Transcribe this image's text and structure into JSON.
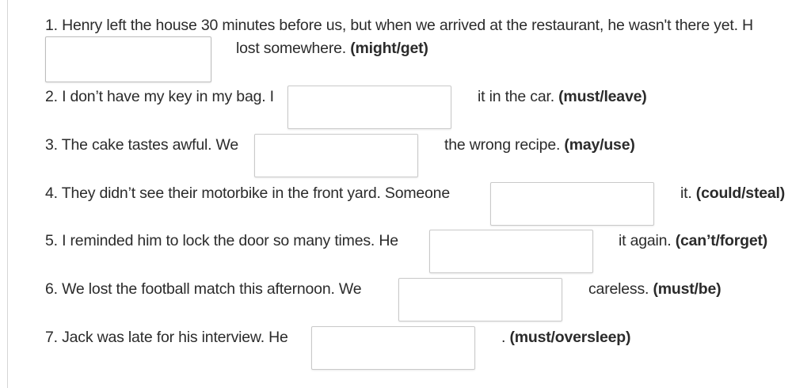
{
  "exercise": {
    "items": [
      {
        "line1": "1. Henry left the house 30 minutes before us, but when we arrived at the restaurant, he wasn't there yet. H",
        "after": "lost somewhere.",
        "hint": "(might/get)",
        "answer": ""
      },
      {
        "before": "2. I don’t have my key in my bag. I",
        "after": "it in the car.",
        "hint": "(must/leave)",
        "answer": ""
      },
      {
        "before": "3. The cake tastes awful. We",
        "after": "the wrong recipe.",
        "hint": "(may/use)",
        "answer": ""
      },
      {
        "before": "4. They didn’t see their motorbike in the front yard. Someone",
        "after": "it.",
        "hint": "(could/steal)",
        "answer": ""
      },
      {
        "before": "5. I reminded him to lock the door so many times. He",
        "after": "it again.",
        "hint": "(can’t/forget)",
        "answer": ""
      },
      {
        "before": "6. We lost the football match this afternoon. We",
        "after": "careless.",
        "hint": "(must/be)",
        "answer": ""
      },
      {
        "before": "7. Jack was late for his interview. He",
        "after": ".",
        "hint": "(must/oversleep)",
        "answer": ""
      }
    ]
  }
}
